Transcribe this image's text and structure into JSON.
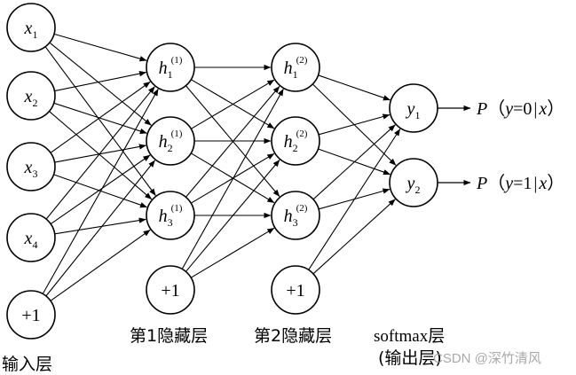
{
  "layers": {
    "input": {
      "label": "输入层",
      "nodes": [
        {
          "var": "x",
          "sub": "1"
        },
        {
          "var": "x",
          "sub": "2"
        },
        {
          "var": "x",
          "sub": "3"
        },
        {
          "var": "x",
          "sub": "4"
        },
        {
          "text": "+1"
        }
      ]
    },
    "hidden1": {
      "label": "第1隐藏层",
      "nodes": [
        {
          "var": "h",
          "sub": "1",
          "sup": "(1)"
        },
        {
          "var": "h",
          "sub": "2",
          "sup": "(1)"
        },
        {
          "var": "h",
          "sub": "3",
          "sup": "(1)"
        },
        {
          "text": "+1"
        }
      ]
    },
    "hidden2": {
      "label": "第2隐藏层",
      "nodes": [
        {
          "var": "h",
          "sub": "1",
          "sup": "(2)"
        },
        {
          "var": "h",
          "sub": "2",
          "sup": "(2)"
        },
        {
          "var": "h",
          "sub": "3",
          "sup": "(2)"
        },
        {
          "text": "+1"
        }
      ]
    },
    "output": {
      "label": "softmax层",
      "sublabel": "(输出层)",
      "nodes": [
        {
          "var": "y",
          "sub": "1"
        },
        {
          "var": "y",
          "sub": "2"
        }
      ]
    }
  },
  "outputs": [
    {
      "prefix": "P",
      "open": "（",
      "var": "y",
      "cond": "=0",
      "bar": "|",
      "given": "x",
      "close": "）"
    },
    {
      "prefix": "P",
      "open": "（",
      "var": "y",
      "cond": "=1",
      "bar": "|",
      "given": "x",
      "close": "）"
    }
  ],
  "watermark": "CSDN @深竹清风",
  "colors": {
    "stroke": "#000000",
    "background": "#ffffff",
    "watermark": "#9a9a9a"
  }
}
